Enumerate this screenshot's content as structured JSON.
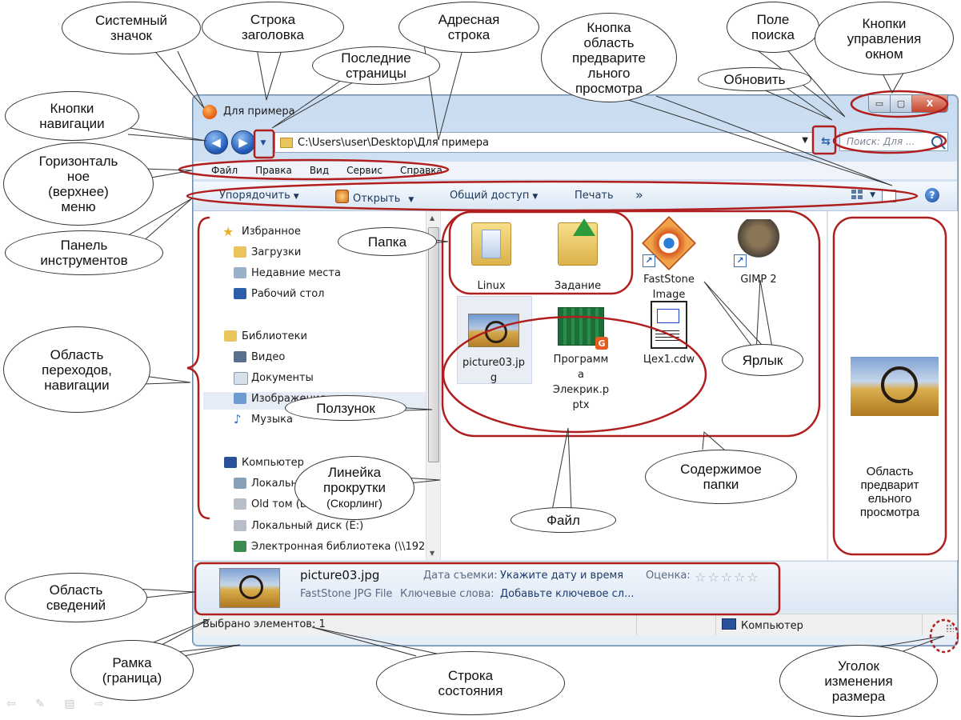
{
  "callouts": {
    "system_icon": "Системный\nзначок",
    "title_bar": "Строка\nзаголовка",
    "address_bar": "Адресная\nстрока",
    "preview_button": "Кнопка\nобласть\nпредварите\nльного\nпросмотра",
    "search_field": "Поле\nпоиска",
    "window_controls": "Кнопки\nуправления\nокном",
    "recent_pages": "Последние\nстраницы",
    "refresh": "Обновить",
    "nav_buttons": "Кнопки\nнавигации",
    "menu": "Горизонталь\nное\n(верхнее)\nменю",
    "toolbar": "Панель\nинструментов",
    "folder": "Папка",
    "nav_pane": "Область\nпереходов,\nнавигации",
    "shortcut": "Ярлык",
    "slider": "Ползунок",
    "scrollbar_title": "Линейка\nпрокрутки",
    "scrollbar_sub": "(Скорлинг)",
    "folder_content": "Содержимое\nпапки",
    "preview_area": "Область\nпредварит\nельного\nпросмотра",
    "file": "Файл",
    "details_area": "Область\nсведений",
    "frame": "Рамка\n(граница)",
    "status_bar": "Строка\nсостояния",
    "resize_corner": "Уголок\nизменения\nразмера"
  },
  "window": {
    "title": "Для примера",
    "address": "C:\\Users\\user\\Desktop\\Для примера",
    "search_placeholder": "Поиск: Для ...",
    "controls": {
      "minimize": "▭",
      "maximize": "▢",
      "close": "X"
    }
  },
  "menu": [
    "Файл",
    "Правка",
    "Вид",
    "Сервис",
    "Справка"
  ],
  "toolbar": {
    "organize": "Упорядочить",
    "open": "Открыть",
    "share": "Общий доступ",
    "print": "Печать",
    "more": "»",
    "help": "?"
  },
  "nav_pane": {
    "favorites": "Избранное",
    "downloads": "Загрузки",
    "recent": "Недавние места",
    "desktop": "Рабочий стол",
    "libraries": "Библиотеки",
    "video": "Видео",
    "documents": "Документы",
    "images": "Изображения",
    "music": "Музыка",
    "computer": "Компьютер",
    "local_disk": "Локальн",
    "old_volume": "Old том (D:)",
    "local_disk_e": "Локальный диск (E:)",
    "e_library": "Электронная библиотека (\\\\192"
  },
  "files": {
    "linux": "Linux",
    "task": "Задание",
    "faststone": "FastStone\nImage\nViewer",
    "gimp": "GIMP 2",
    "picture": "picture03.jp\ng",
    "program": "Программ\nа\nЭлекрик.p\nptx",
    "cdw": "Цех1.cdw"
  },
  "details": {
    "filename": "picture03.jpg",
    "filetype": "FastStone JPG File",
    "date_label": "Дата съемки:",
    "date_value": "Укажите дату и время",
    "keywords_label": "Ключевые слова:",
    "keywords_value": "Добавьте ключевое сл...",
    "rating_label": "Оценка:",
    "stars": "☆☆☆☆☆"
  },
  "status": {
    "selected": "Выбрано элементов: 1",
    "location": "Компьютер"
  },
  "colors": {
    "highlight": "#b01e1e",
    "window_frame": "#c9dcf0",
    "accent_blue": "#1e58b5"
  }
}
